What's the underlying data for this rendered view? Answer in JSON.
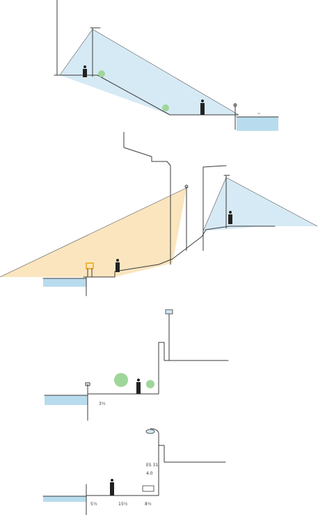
{
  "colors": {
    "cool_light": "#cfe6f3",
    "warm_light": "#fbe2b8",
    "water": "#b8dcee",
    "shrub": "#9fd69a",
    "ink": "#3a3a3a",
    "person": "#222222",
    "lamp_glow": "#e9a400"
  },
  "sections": [
    {
      "id": "section-1",
      "labels": []
    },
    {
      "id": "section-2",
      "labels": []
    },
    {
      "id": "section-3",
      "labels": [
        "3½"
      ]
    },
    {
      "id": "section-4",
      "labels": [
        "5½",
        "15½",
        "8½",
        "ES 31",
        "4.0"
      ]
    }
  ],
  "icons": [
    "person-icon",
    "tree-icon",
    "lamp-post-icon",
    "bench-icon"
  ]
}
